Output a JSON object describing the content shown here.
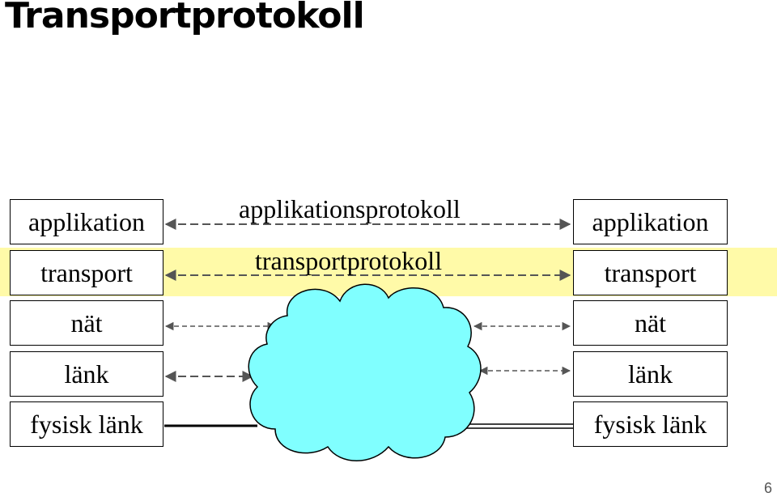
{
  "title": "Transportprotokoll",
  "left_stack": [
    "applikation",
    "transport",
    "nät",
    "länk",
    "fysisk länk"
  ],
  "right_stack": [
    "applikation",
    "transport",
    "nät",
    "länk",
    "fysisk länk"
  ],
  "protocols": {
    "application": "applikationsprotokoll",
    "transport": "transportprotokoll"
  },
  "highlighted_layer": "transport",
  "colors": {
    "highlight_band": "#fffaa8",
    "cloud_fill": "#80ffff",
    "arrow": "#555555"
  },
  "page_number": "6"
}
